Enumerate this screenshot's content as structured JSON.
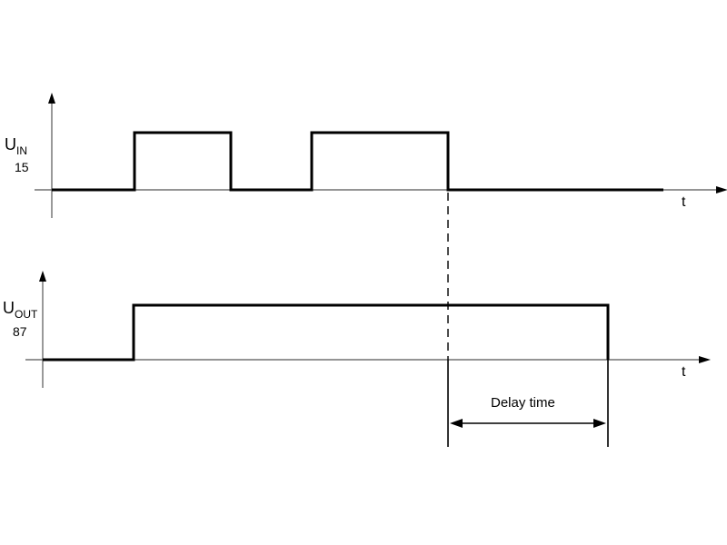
{
  "input": {
    "symbol": "U",
    "subscript": "IN",
    "number": "15",
    "time_label": "t"
  },
  "output": {
    "symbol": "U",
    "subscript": "OUT",
    "number": "87",
    "time_label": "t"
  },
  "delay_label": "Delay time"
}
